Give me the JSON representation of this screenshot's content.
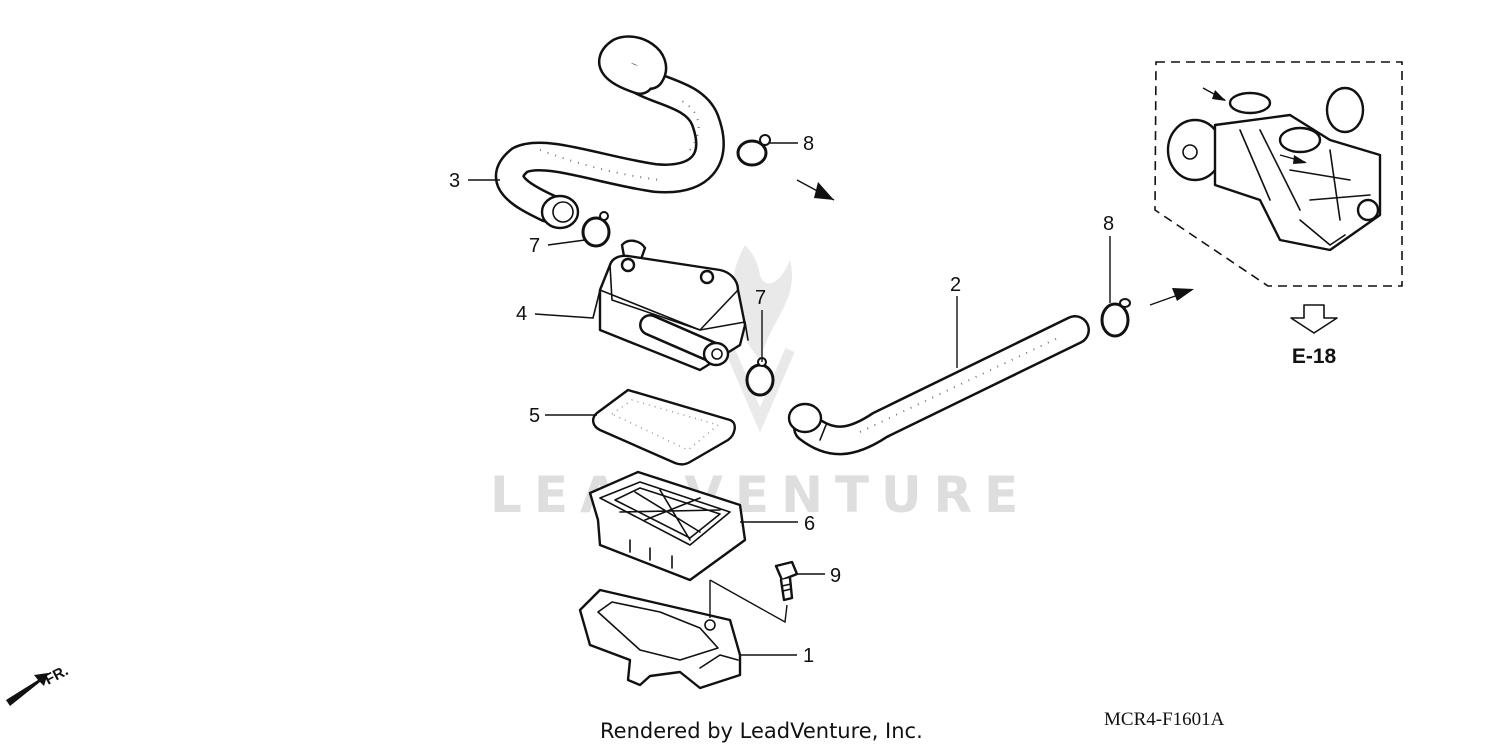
{
  "diagram": {
    "watermark_text": "LEADVENTURE",
    "footer_text": "Rendered by LeadVenture, Inc.",
    "diagram_code": "MCR4-F1601A",
    "reference_label": "E-18",
    "front_label": "FR.",
    "callouts": {
      "c1": "1",
      "c2": "2",
      "c3": "3",
      "c4": "4",
      "c5": "5",
      "c6": "6",
      "c7a": "7",
      "c7b": "7",
      "c8a": "8",
      "c8b": "8",
      "c9": "9"
    }
  }
}
